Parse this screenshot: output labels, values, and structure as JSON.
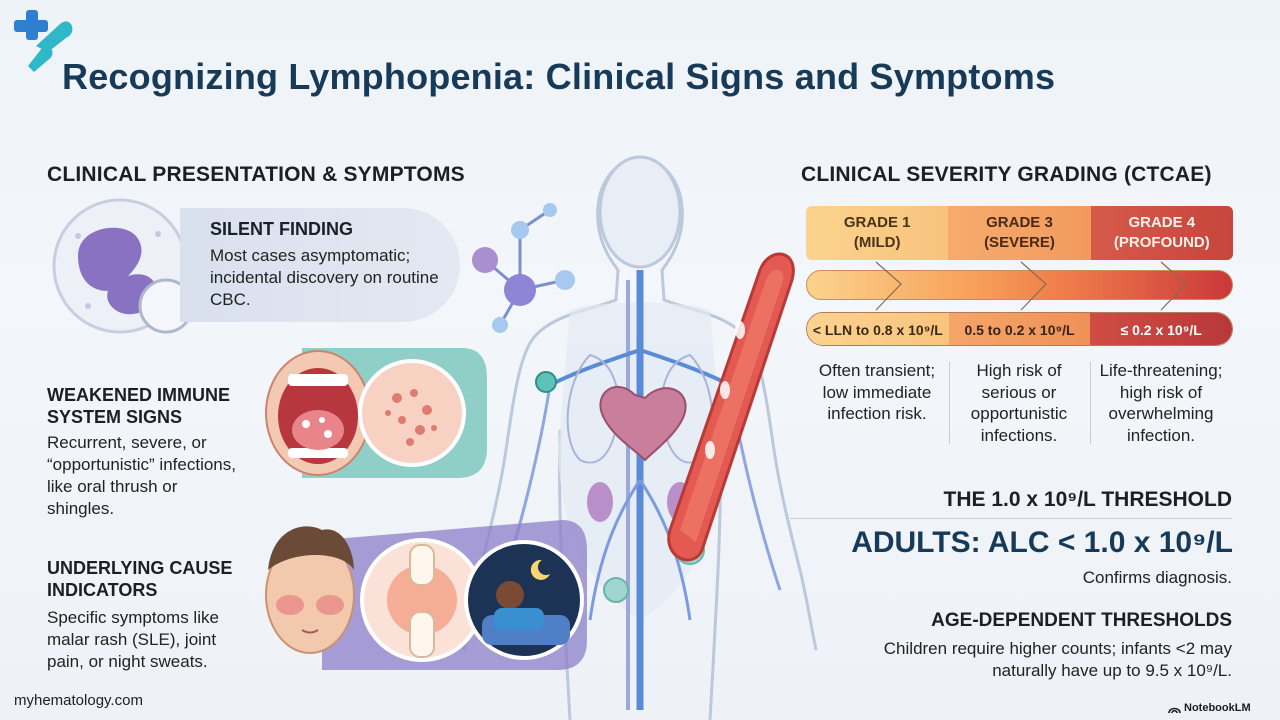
{
  "title": "Recognizing Lymphopenia: Clinical Signs and Symptoms",
  "left": {
    "heading": "CLINICAL PRESENTATION & SYMPTOMS",
    "silent": {
      "title": "SILENT FINDING",
      "text": "Most cases asymptomatic; incidental discovery on routine CBC."
    },
    "immune": {
      "title_l1": "WEAKENED IMMUNE",
      "title_l2": "SYSTEM SIGNS",
      "text": "Recurrent, severe, or “opportunistic” infections, like oral thrush or shingles."
    },
    "cause": {
      "title_l1": "UNDERLYING CAUSE",
      "title_l2": "INDICATORS",
      "text": "Specific symptoms like malar rash (SLE), joint pain, or night sweats."
    }
  },
  "right": {
    "heading": "CLINICAL SEVERITY GRADING (CTCAE)",
    "grades": [
      {
        "l1": "GRADE 1",
        "l2": "(MILD)",
        "range": "< LLN to 0.8 x 10⁹/L",
        "desc": "Often transient; low immediate infection risk."
      },
      {
        "l1": "GRADE 3",
        "l2": "(SEVERE)",
        "range": "0.5 to 0.2 x 10⁹/L",
        "desc": "High risk of serious or opportunistic infections."
      },
      {
        "l1": "GRADE 4",
        "l2": "(PROFOUND)",
        "range": "≤ 0.2 x 10⁹/L",
        "desc": "Life-threatening; high risk of overwhelming infection."
      }
    ],
    "threshold_heading": "THE 1.0 x 10⁹/L THRESHOLD",
    "adults": "ADULTS: ALC < 1.0 x 10⁹/L",
    "confirms": "Confirms diagnosis.",
    "age_heading": "AGE-DEPENDENT THRESHOLDS",
    "age_text": "Children require higher counts; infants <2 may naturally have up to 9.5 x 10⁹/L."
  },
  "footer": {
    "source": "myhematology.com",
    "brand": "NotebookLM"
  }
}
